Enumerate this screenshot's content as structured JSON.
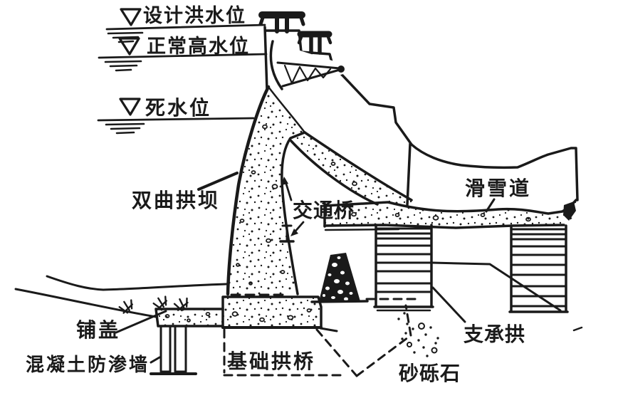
{
  "labels": {
    "design_flood_level": "设计洪水位",
    "normal_high_water_level": "正常高水位",
    "dead_water_level": "死水位",
    "arch_dam": "双曲拱坝",
    "traffic_bridge": "交通桥",
    "ski_slide": "滑雪道",
    "blanket": "铺盖",
    "concrete_cutoff_wall": "混凝土防渗墙",
    "foundation_arch_bridge": "基础拱桥",
    "supporting_arch": "支承拱",
    "sand_gravel": "砂砾石"
  },
  "icons": {
    "water_level_symbol": "▽"
  },
  "colors": {
    "ink": "#1a1a1a",
    "paper": "#ffffff"
  }
}
